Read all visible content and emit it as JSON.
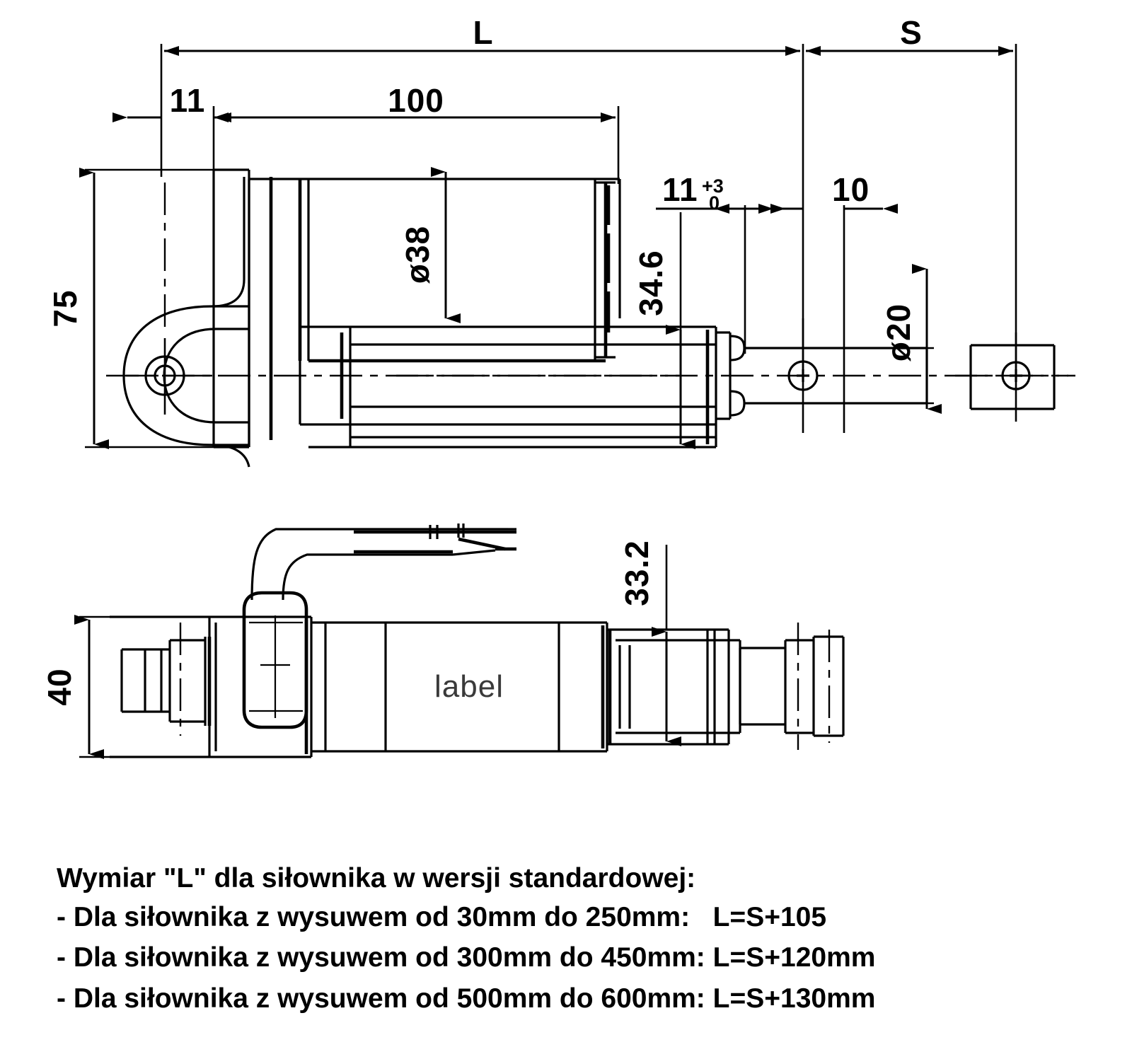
{
  "drawing": {
    "type": "engineering-dimension-drawing",
    "subject": "linear actuator / siłownik",
    "views": [
      {
        "name": "top-view-side-elevation",
        "label": ""
      },
      {
        "name": "bottom-view-plan",
        "label": ""
      }
    ],
    "part_label": "label"
  },
  "dimensions": {
    "overall_length_symbol": "L",
    "stroke_symbol": "S",
    "rear_eye_offset": "11",
    "housing_length": "100",
    "housing_height": "75",
    "motor_diameter": "ø38",
    "rod_height": "34.6",
    "rod_end_offset": "11",
    "rod_end_tol_upper": "+3",
    "rod_end_tol_lower": "0",
    "front_eye_offset": "10",
    "front_eye_bore": "ø20",
    "plan_width": "40",
    "plan_rod_width": "33.2"
  },
  "notes": {
    "title": "Wymiar \"L\" dla siłownika w wersji standardowej:",
    "lines": [
      "- Dla siłownika z wysuwem od 30mm do 250mm:   L=S+105",
      "- Dla siłownika z wysuwem od 300mm do 450mm: L=S+120mm",
      "- Dla siłownika z wysuwem od 500mm do 600mm: L=S+130mm"
    ]
  },
  "colors": {
    "line": "#000000",
    "background": "#ffffff",
    "label_text": "#3a3a3a"
  }
}
